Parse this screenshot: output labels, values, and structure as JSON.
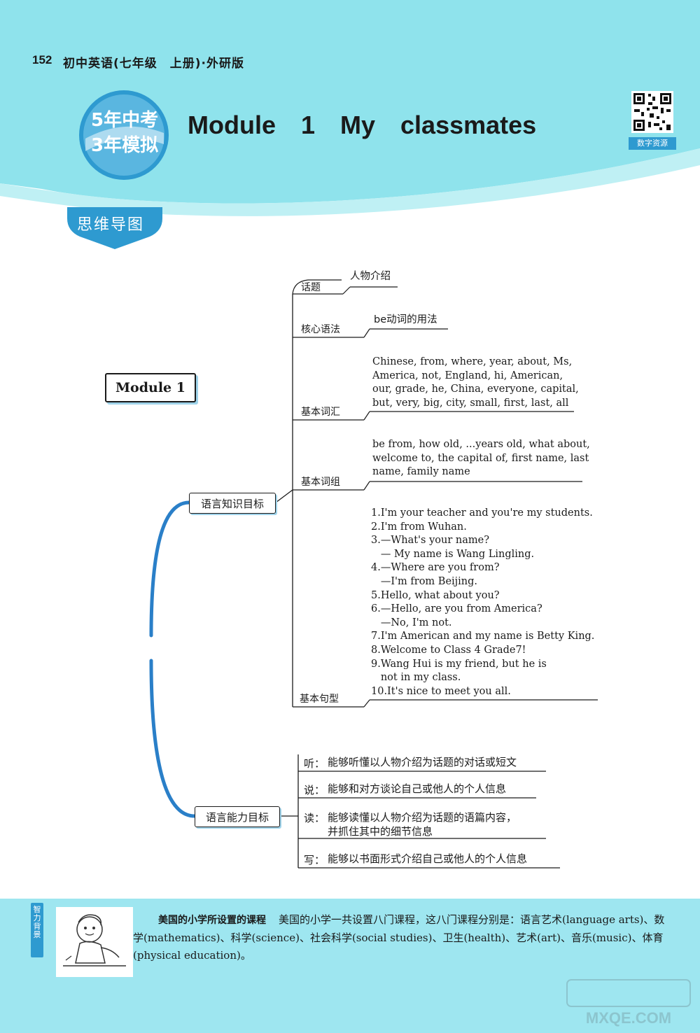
{
  "header": {
    "page_number": "152",
    "book_title": "初中英语(七年级　上册)·外研版",
    "logo_line1": "5年中考",
    "logo_line2": "3年模拟",
    "module_title": "Module 1   My classmates",
    "qr_caption": "数字资源",
    "section_tag": "思维导图"
  },
  "mindmap": {
    "root": "Module 1",
    "branch_language_knowledge": "语言知识目标",
    "branch_language_ability": "语言能力目标",
    "knowledge_items": [
      {
        "label": "话题",
        "content": "人物介绍"
      },
      {
        "label": "核心语法",
        "content": "be动词的用法"
      },
      {
        "label": "基本词汇",
        "content": "Chinese, from, where, year, about, Ms,\nAmerica, not, England, hi, American,\nour, grade, he, China, everyone, capital,\nbut, very, big, city, small, first, last, all"
      },
      {
        "label": "基本词组",
        "content": "be from, how old, ...years old, what about,\nwelcome to, the capital of, first name, last\nname, family name"
      },
      {
        "label": "基本句型",
        "content": "1.I'm your teacher and you're my students.\n2.I'm from Wuhan.\n3.—What's your name?\n   — My name is Wang Lingling.\n4.—Where are you from?\n   —I'm from Beijing.\n5.Hello, what about you?\n6.—Hello, are you from America?\n   —No, I'm not.\n7.I'm American and my name is Betty King.\n8.Welcome to Class 4 Grade7!\n9.Wang Hui is my friend, but he is\n   not in my class.\n10.It's nice to meet you all."
      }
    ],
    "ability_items": [
      {
        "label": "听：",
        "content": "能够听懂以人物介绍为话题的对话或短文"
      },
      {
        "label": "说：",
        "content": "能够和对方谈论自己或他人的个人信息"
      },
      {
        "label": "读：",
        "content": "能够读懂以人物介绍为话题的语篇内容，\n并抓住其中的细节信息"
      },
      {
        "label": "写：",
        "content": "能够以书面形式介绍自己或他人的个人信息"
      }
    ]
  },
  "footer": {
    "side_tag": "智力背景",
    "info_title": "美国的小学所设置的课程",
    "info_text": "美国的小学一共设置八门课程，这八门课程分别是：语言艺术(language arts)、数学(mathematics)、科学(science)、社会科学(social studies)、卫生(health)、艺术(art)、音乐(music)、体育(physical education)。",
    "watermark": "MXQE.COM"
  },
  "colors": {
    "band": "#8fe3ec",
    "accent": "#2e9ad0",
    "branch": "#2a7fc8",
    "line": "#1a1a1a"
  }
}
